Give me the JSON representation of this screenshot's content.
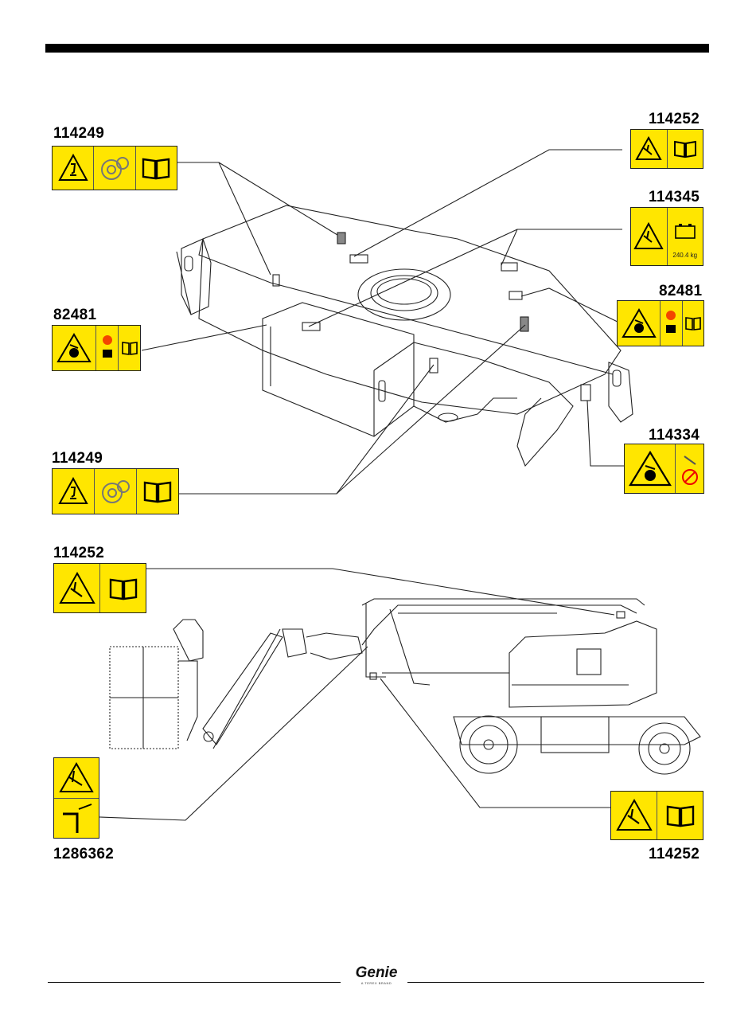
{
  "upper_diagram": {
    "labels": {
      "left_top": "114249",
      "left_mid": "82481",
      "left_bottom": "114249",
      "right_top": "114252",
      "right_second": "114345",
      "right_third": "82481",
      "right_bottom": "114334"
    },
    "battery_weight": "240.4 kg"
  },
  "lower_diagram": {
    "labels": {
      "top_left": "114252",
      "bottom_left": "1286362",
      "bottom_right": "114252"
    }
  },
  "footer": {
    "brand": "Genie",
    "tagline": "A TEREX BRAND"
  },
  "colors": {
    "decal_yellow": "#ffe600",
    "ink": "#000000"
  },
  "icons": [
    "warning-triangle-icon",
    "manual-book-icon",
    "gear-icon",
    "battery-icon",
    "no-flame-icon",
    "tip-over-icon"
  ]
}
